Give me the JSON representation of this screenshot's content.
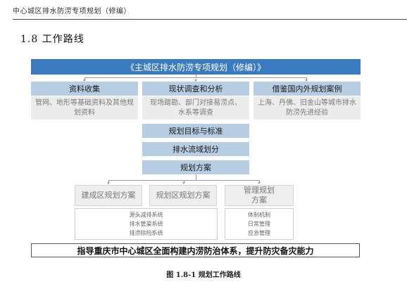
{
  "header": {
    "running_title": "中心城区排水防涝专项规划（修编）",
    "section_title": "1.8 工作路线"
  },
  "diagram": {
    "banner": "《主城区排水防涝专项规划（修编）》",
    "top_boxes": [
      {
        "title": "资料收集",
        "body": "管网、地形等基础资料及其他规划资料"
      },
      {
        "title": "现状调查和分析",
        "body": "现场踏勘、部门对接易涝点、水系等调查"
      },
      {
        "title": "借鉴国内外规划案例",
        "body": "上海、丹佛、旧金山等城市排水防涝先进经验"
      }
    ],
    "steps": [
      "规划目标与标准",
      "排水流域划分",
      "规划方案"
    ],
    "bottom_boxes": [
      {
        "title": "建成区规划方案"
      },
      {
        "title": "规划区规划方案"
      },
      {
        "title": "管理规划方案"
      }
    ],
    "sub_items_left": [
      "源头减排系统",
      "排水管渠系统",
      "排涝除险系统"
    ],
    "sub_items_right": [
      "体制机制",
      "日常管理",
      "应急管理"
    ],
    "final": "指导重庆市中心城区全面构建内涝防治体系，提升防灾备灾能力"
  },
  "caption": "图 1.8-1 规划工作路线",
  "colors": {
    "banner": "#3a7bbf",
    "box_head": "#b7cde2",
    "box_body": "#ececec"
  }
}
